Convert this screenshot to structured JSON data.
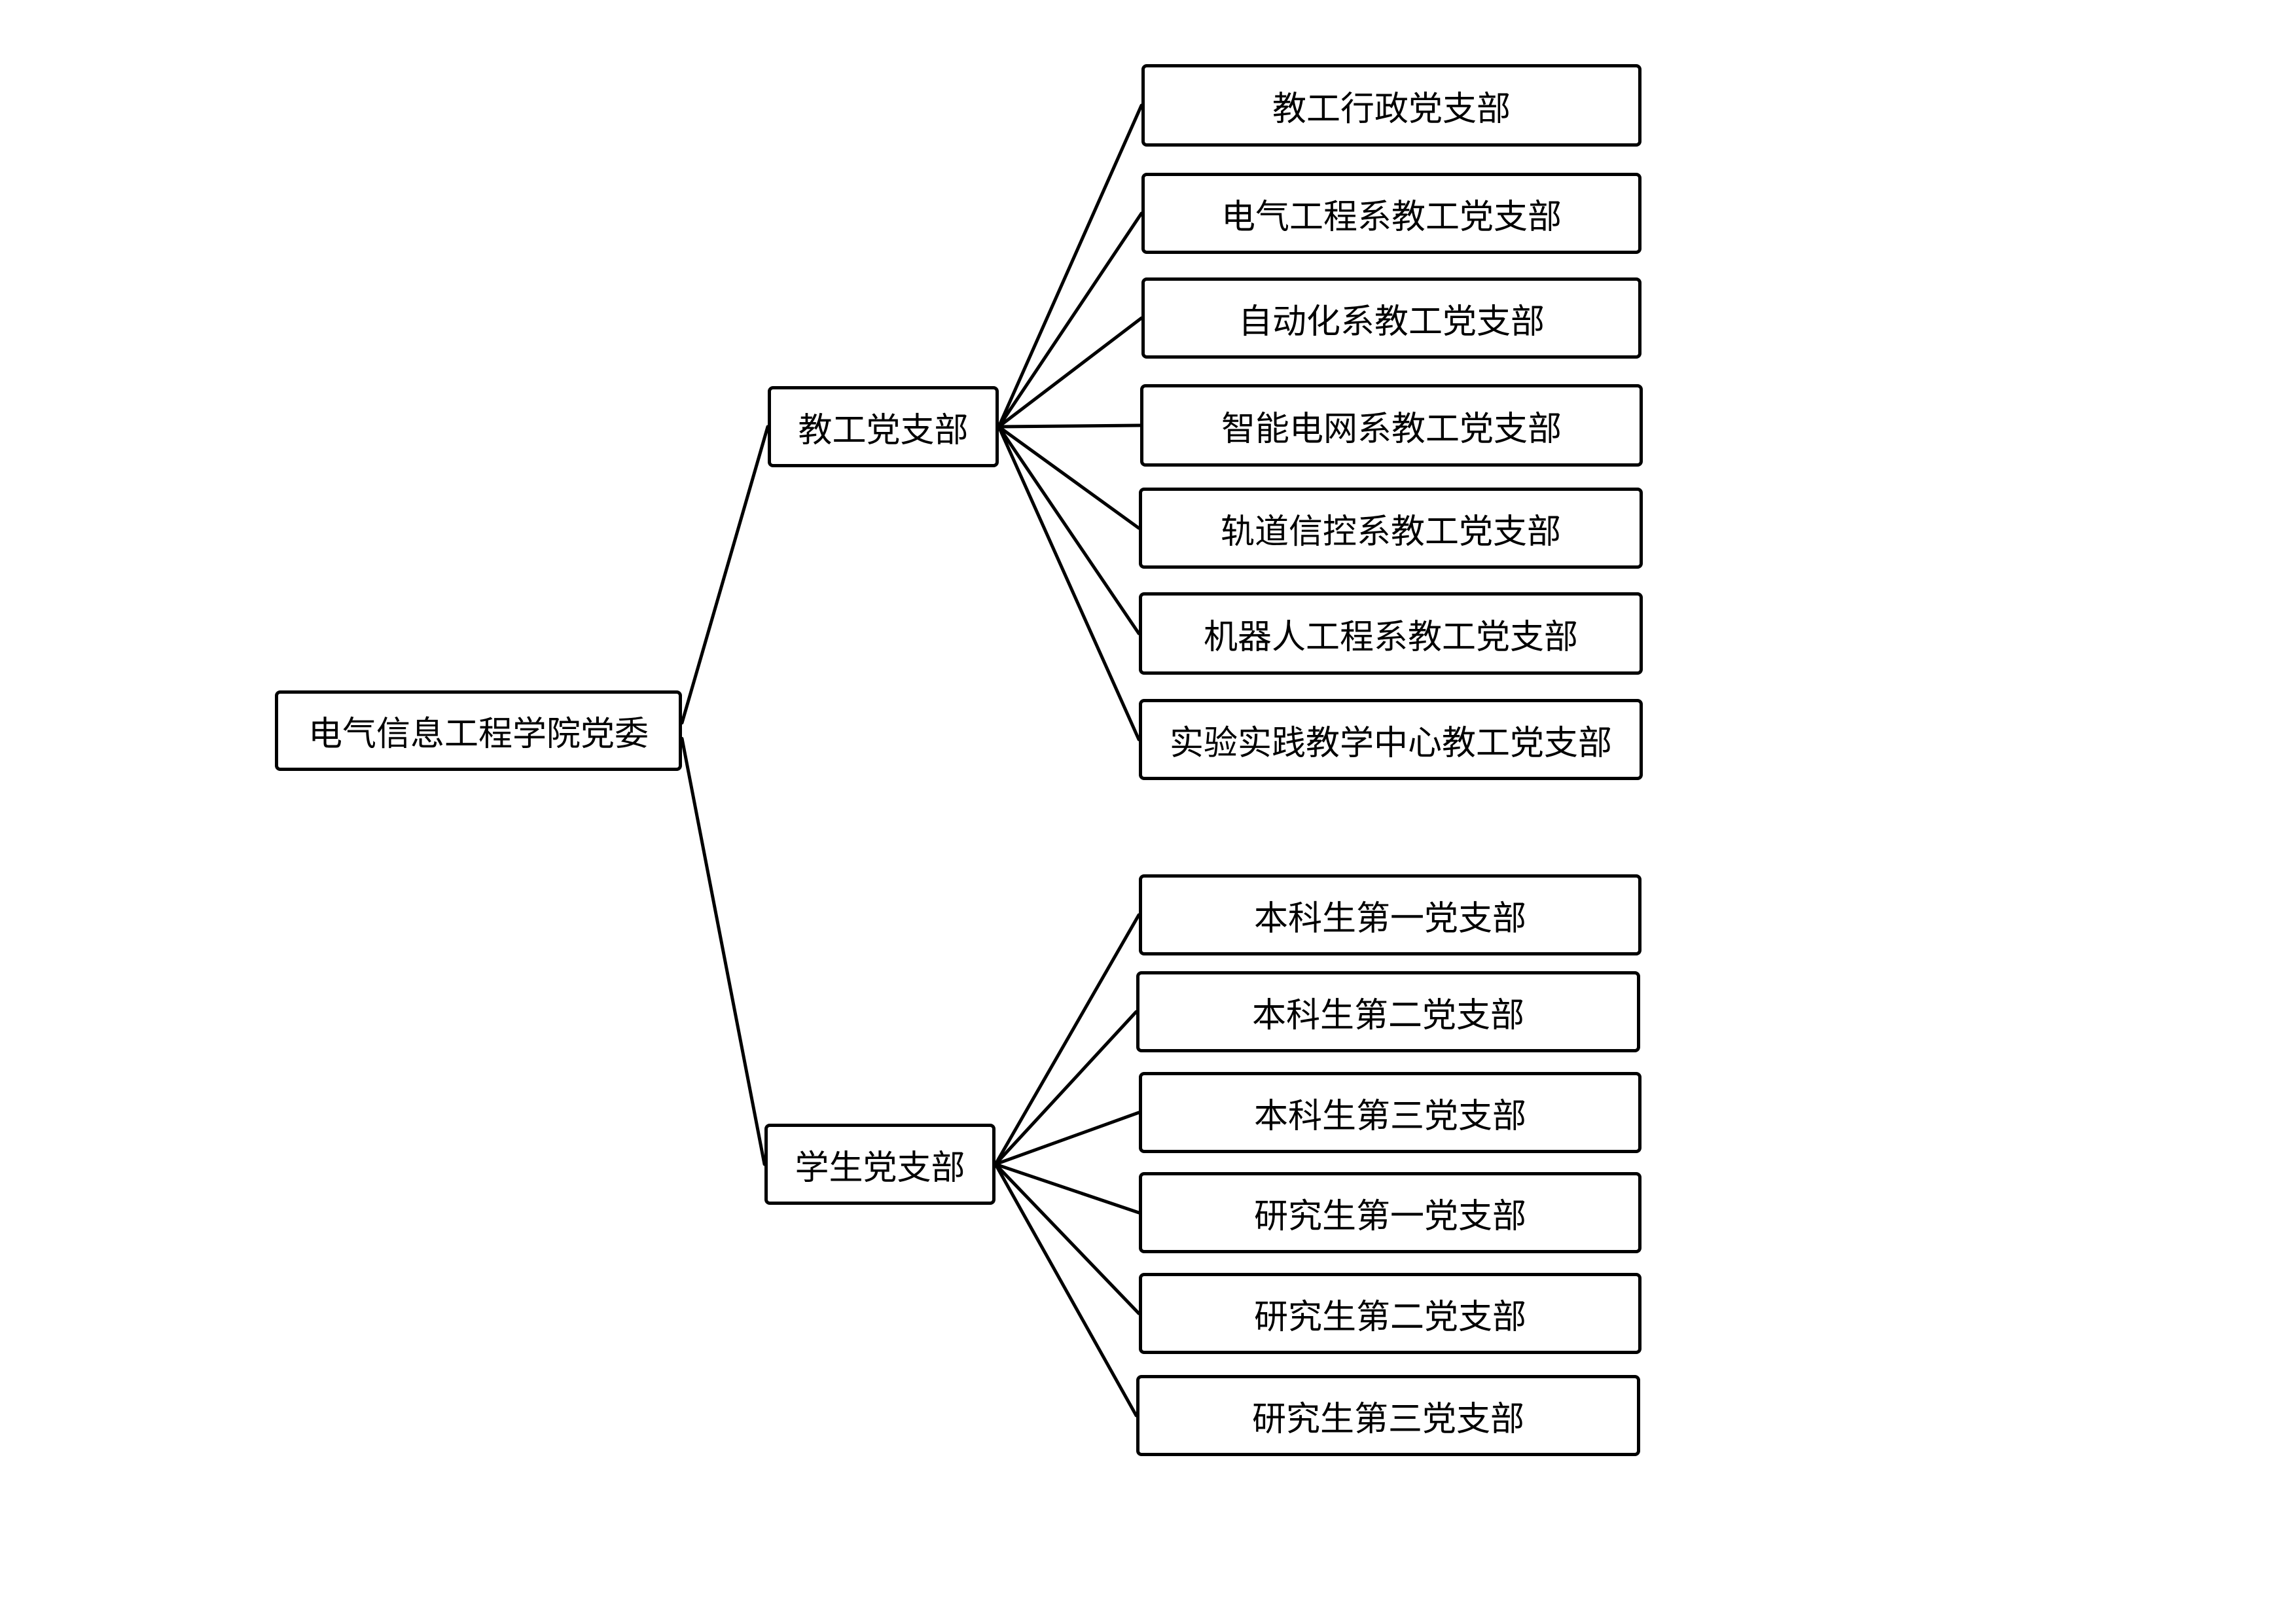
{
  "root": {
    "label": "电气信息工程学院党委"
  },
  "branches": [
    {
      "label": "教工党支部",
      "children": [
        "教工行政党支部",
        "电气工程系教工党支部",
        "自动化系教工党支部",
        "智能电网系教工党支部",
        "轨道信控系教工党支部",
        "机器人工程系教工党支部",
        "实验实践教学中心教工党支部"
      ]
    },
    {
      "label": "学生党支部",
      "children": [
        "本科生第一党支部",
        "本科生第二党支部",
        "本科生第三党支部",
        "研究生第一党支部",
        "研究生第二党支部",
        "研究生第三党支部"
      ]
    }
  ]
}
